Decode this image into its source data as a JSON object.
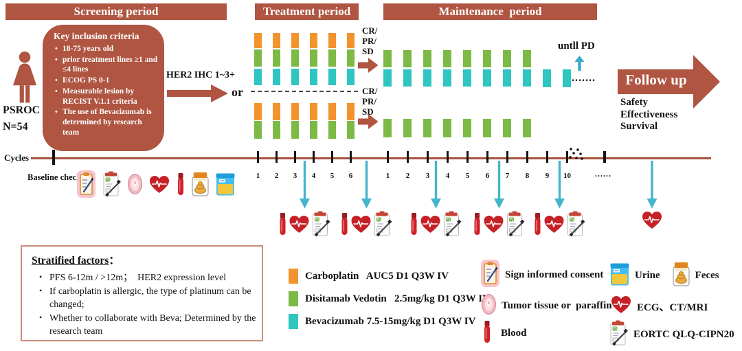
{
  "colors": {
    "brand": "#AF5541",
    "axis": "#A6503A",
    "carboplatin": "#F2932E",
    "disitamab": "#7CBA45",
    "bevacizumab": "#2FC5C0",
    "teal_arrow": "#45B5CB"
  },
  "headers": {
    "screening": "Screening period",
    "treatment": "Treatment period",
    "maintenance": "Maintenance  period"
  },
  "population": {
    "id": "PSROC",
    "n": "N=54"
  },
  "inclusion": {
    "title": "Key inclusion criteria",
    "items": [
      "18-75 years old",
      "prior treatment lines ≥1 and ≤4 lines",
      "ECOG PS 0-1",
      "Measurable lesion by RECIST V.1.1 criteria",
      "The use of Bevacizumab is determined by research team"
    ]
  },
  "her2_label": "HER2 IHC 1~3+",
  "or_label": "or",
  "response": {
    "lines": [
      "CR/",
      "PR/",
      "SD"
    ]
  },
  "until_pd": "untll PD",
  "bars_ellipsis": ".......",
  "follow_up": {
    "label": "Follow up",
    "outcomes": [
      "Safety",
      "Effectiveness",
      "Survival"
    ]
  },
  "regimens": {
    "treatment_with_beva": {
      "cycles": 6,
      "drugs": [
        "carboplatin",
        "disitamab",
        "bevacizumab"
      ]
    },
    "treatment_no_beva": {
      "cycles": 6,
      "drugs": [
        "carboplatin",
        "disitamab"
      ]
    },
    "maintenance_with_beva": {
      "cycles": 8,
      "drugs": [
        "disitamab",
        "bevacizumab"
      ]
    },
    "maintenance_beva_cont": {
      "cycles": 2,
      "drugs": [
        "bevacizumab"
      ]
    },
    "maintenance_no_beva": {
      "cycles": 8,
      "drugs": [
        "disitamab"
      ]
    }
  },
  "axis": {
    "label": "Cycles",
    "treatment_cycles": [
      "1",
      "2",
      "3",
      "4",
      "5",
      "6"
    ],
    "maintenance_cycles": [
      "1",
      "2",
      "3",
      "4",
      "5",
      "6",
      "7",
      "8",
      "9",
      "10"
    ],
    "ellipsis": "......"
  },
  "baseline": {
    "label": "Baseline check",
    "icons": [
      "consent",
      "eortc",
      "tumor",
      "ecg",
      "blood",
      "feces",
      "urine"
    ]
  },
  "assessments": {
    "groups": [
      {
        "icons": [
          "blood",
          "ecg",
          "eortc"
        ]
      },
      {
        "icons": [
          "blood",
          "ecg",
          "eortc"
        ]
      },
      {
        "icons": [
          "blood",
          "ecg",
          "eortc"
        ]
      },
      {
        "icons": [
          "blood",
          "ecg",
          "eortc"
        ]
      },
      {
        "icons": [
          "blood",
          "ecg",
          "eortc"
        ]
      },
      {
        "icons": [
          "ecg"
        ]
      }
    ]
  },
  "drug_legend": [
    {
      "drug": "carboplatin",
      "label": "Carboplatin   AUC5 D1 Q3W IV"
    },
    {
      "drug": "disitamab",
      "label": "Disitamab Vedotin   2.5mg/kg D1 Q3W IV"
    },
    {
      "drug": "bevacizumab",
      "label": "Bevacizumab 7.5-15mg/kg D1 Q3W IV"
    }
  ],
  "icon_legend": {
    "rows": [
      {
        "icon": "consent",
        "label": "Sign informed consent"
      },
      {
        "icon": "urine",
        "label": "Urine"
      },
      {
        "icon": "feces",
        "label": "Feces"
      },
      {
        "icon": "tumor",
        "label": "Tumor tissue or  paraffin"
      },
      {
        "icon": "ecg",
        "label": "ECG、CT/MRI"
      },
      {
        "icon": "blood",
        "label": "Blood"
      },
      {
        "icon": "eortc",
        "label": "EORTC QLQ-CIPN20"
      }
    ]
  },
  "stratified": {
    "title": "Stratified factors",
    "colon": "：",
    "items": [
      "PFS 6-12m / >12m；  HER2 expression level",
      "If carboplatin is allergic, the type of platinum can be changed;",
      "Whether to collaborate with Beva; Determined by the research team"
    ]
  }
}
